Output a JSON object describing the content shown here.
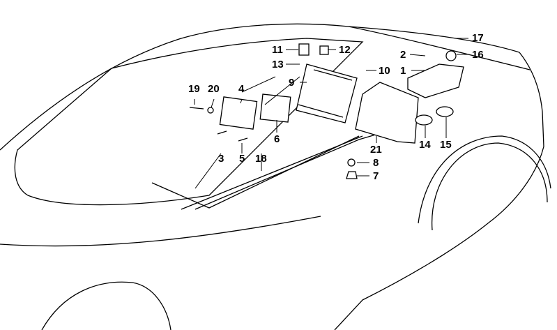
{
  "diagram": {
    "part_labels": {
      "p1": "1",
      "p2": "2",
      "p3": "3",
      "p4": "4",
      "p5": "5",
      "p6": "6",
      "p7": "7",
      "p8": "8",
      "p9": "9",
      "p10": "10",
      "p11": "11",
      "p12": "12",
      "p13": "13",
      "p14": "14",
      "p15": "15",
      "p16": "16",
      "p17": "17",
      "p18": "18",
      "p19": "19",
      "p20": "20",
      "p21": "21"
    }
  }
}
